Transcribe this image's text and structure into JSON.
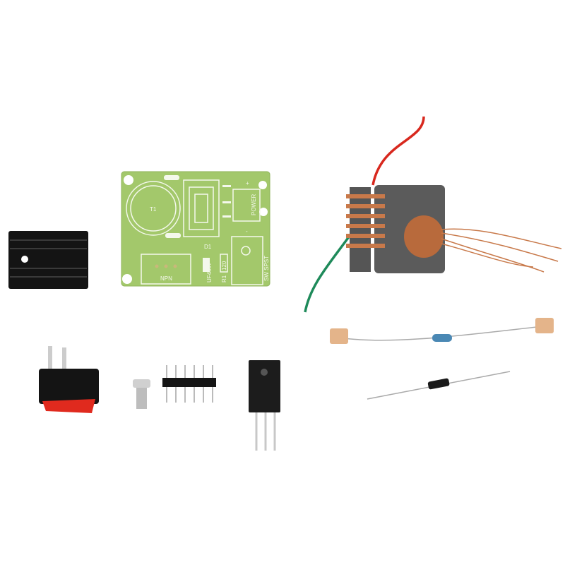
{
  "pcb": {
    "t1": "T1",
    "npn": "NPN",
    "d1": "D1",
    "diode_part": "UF4007",
    "r1": "R1",
    "resistor_value": "120",
    "power": "POWER",
    "switch": "SW SPST",
    "plus": "+",
    "minus": "-"
  },
  "colors": {
    "pcb": "#a3c86b",
    "heatsink": "#121212",
    "copper": "#c8794a",
    "red_wire": "#d8281e",
    "green_wire": "#1e8a5a"
  }
}
